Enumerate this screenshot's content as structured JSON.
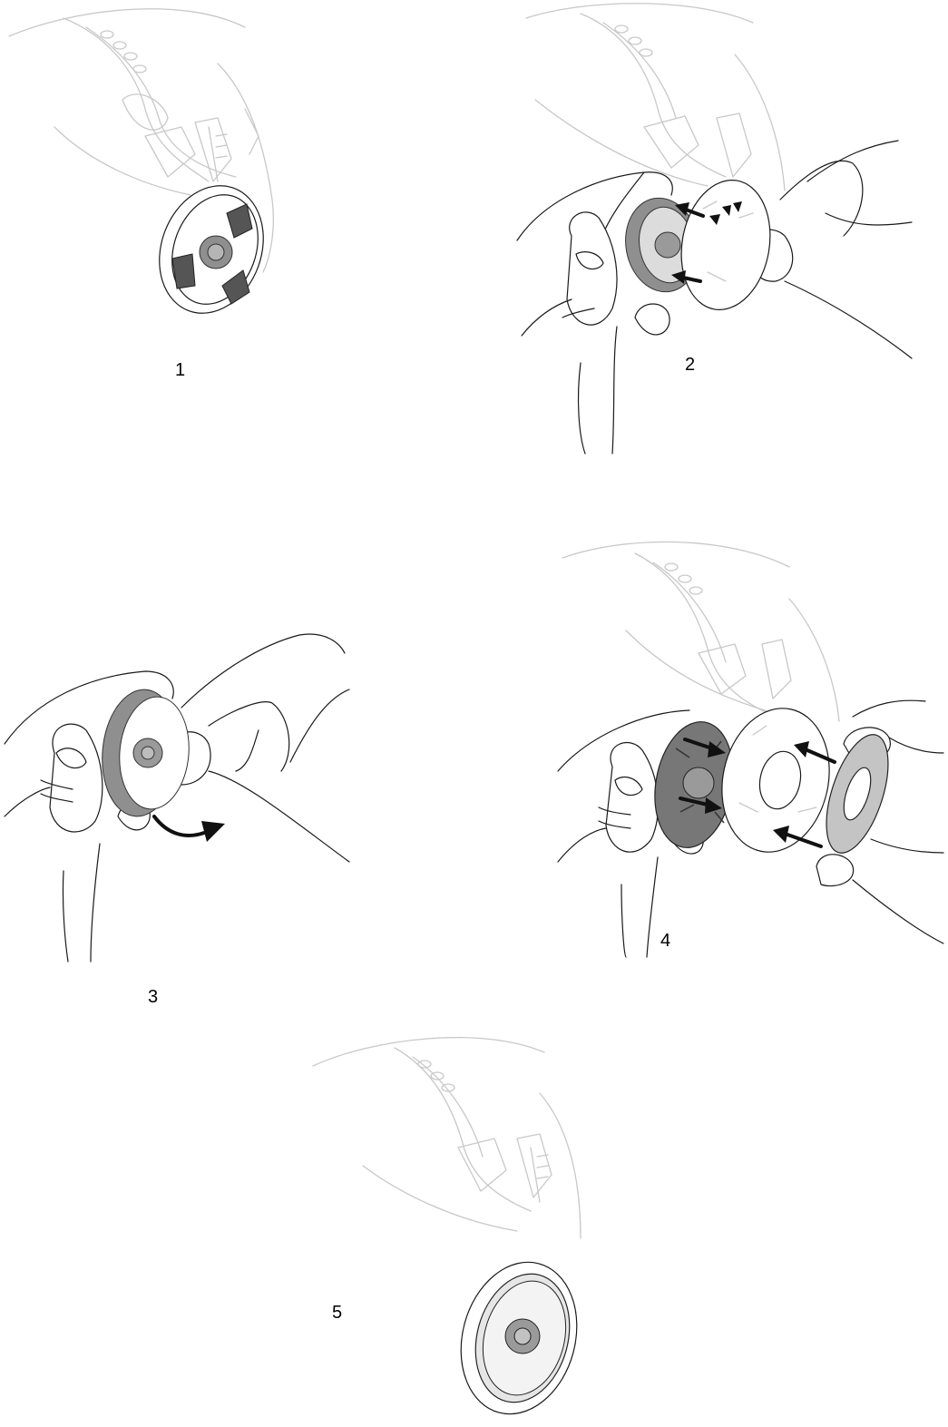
{
  "steps": [
    {
      "number": "1"
    },
    {
      "number": "2"
    },
    {
      "number": "3"
    },
    {
      "number": "4"
    },
    {
      "number": "5"
    }
  ],
  "colors": {
    "line": "#1a1a1a",
    "faint_line": "#c8c8c8",
    "filter_grey": "#8f8f8f",
    "arrow": "#111111"
  }
}
